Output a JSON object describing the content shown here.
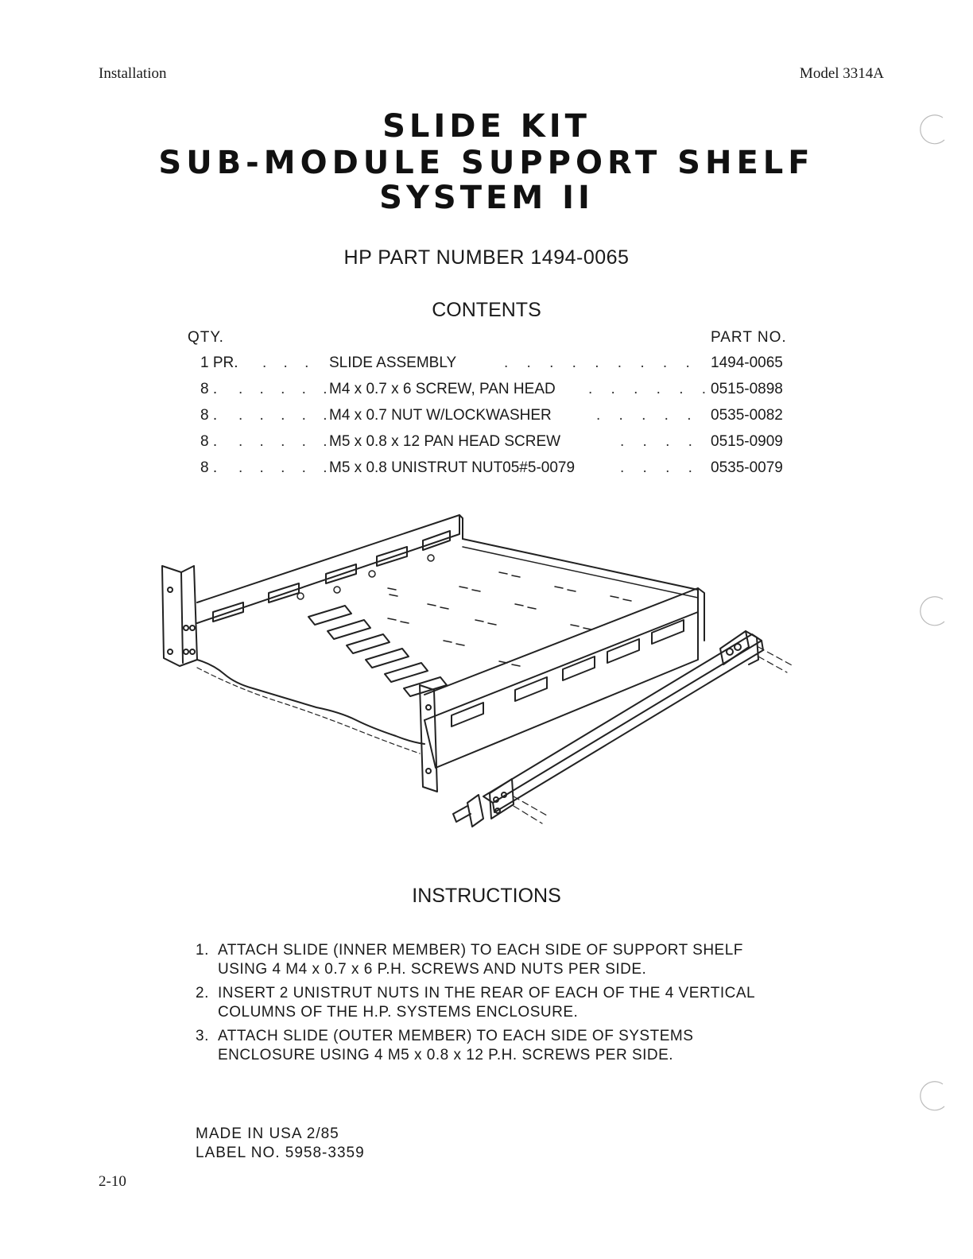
{
  "header": {
    "left": "Installation",
    "right": "Model 3314A"
  },
  "title": {
    "line1": "SLIDE KIT",
    "line2": "SUB-MODULE SUPPORT SHELF",
    "line3": "SYSTEM II"
  },
  "part_number": "HP PART NUMBER 1494-0065",
  "contents": {
    "heading": "CONTENTS",
    "qty_header": "QTY.",
    "part_header": "PART NO.",
    "rows": [
      {
        "qty": "1 PR.",
        "description": "SLIDE  ASSEMBLY",
        "part": "1494-0065"
      },
      {
        "qty": "8 .",
        "description": "M4 x 0.7 x 6 SCREW, PAN HEAD",
        "part": "0515-0898"
      },
      {
        "qty": "8 .",
        "description": "M4 x 0.7 NUT W/LOCKWASHER",
        "part": "0535-0082"
      },
      {
        "qty": "8 .",
        "description": "M5 x 0.8 x 12 PAN HEAD SCREW",
        "part": "0515-0909"
      },
      {
        "qty": "8 .",
        "description": "M5 x 0.8 UNISTRUT NUT05#5-0079",
        "part": "0535-0079"
      }
    ]
  },
  "instructions": {
    "heading": "INSTRUCTIONS",
    "steps": [
      {
        "num": "1.",
        "text": "ATTACH SLIDE (INNER MEMBER) TO EACH SIDE OF SUPPORT SHELF USING 4  M4 x 0.7 x 6 P.H. SCREWS AND NUTS PER SIDE."
      },
      {
        "num": "2.",
        "text": "INSERT 2 UNISTRUT NUTS IN THE REAR OF EACH OF THE 4 VERTICAL COLUMNS OF THE H.P. SYSTEMS ENCLOSURE."
      },
      {
        "num": "3.",
        "text": "ATTACH SLIDE (OUTER MEMBER) TO EACH SIDE OF SYSTEMS ENCLOSURE USING 4  M5 x 0.8 x 12 P.H. SCREWS PER SIDE."
      }
    ]
  },
  "footer": {
    "made_in": "MADE IN USA  2/85",
    "label_no": "LABEL NO. 5958-3359",
    "page_number": "2-10"
  },
  "figure": {
    "icon": "slide-shelf-drawing"
  }
}
